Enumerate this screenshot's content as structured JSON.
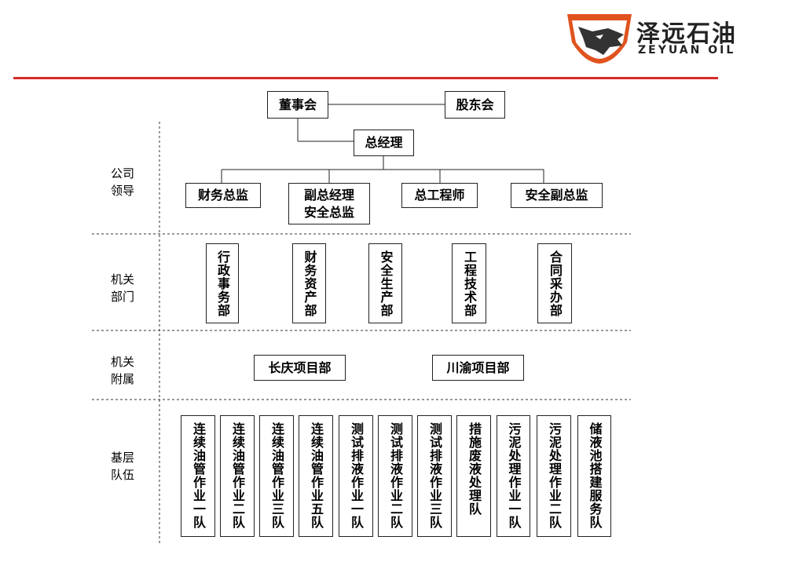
{
  "logo": {
    "name_cn": "泽远石油",
    "name_en": "ZEYUAN OIL",
    "icon": "wolf-shield-icon",
    "colors": {
      "orange": "#e0531f",
      "dark": "#333333"
    }
  },
  "header": {
    "rule_color": "#d92b2b"
  },
  "sections": {
    "leadership": "公司\n领导",
    "departments": "机关\n部门",
    "affiliated": "机关\n附属",
    "teams": "基层\n队伍"
  },
  "top": {
    "board": "董事会",
    "shareholders": "股东会",
    "gm": "总经理"
  },
  "leaders": [
    {
      "label": "财务总监"
    },
    {
      "label": "副总经理\n安全总监"
    },
    {
      "label": "总工程师"
    },
    {
      "label": "安全副总监"
    }
  ],
  "departments": [
    {
      "label": "行政事务部"
    },
    {
      "label": "财务资产部"
    },
    {
      "label": "安全生产部"
    },
    {
      "label": "工程技术部"
    },
    {
      "label": "合同采办部"
    }
  ],
  "affiliated": [
    {
      "label": "长庆项目部"
    },
    {
      "label": "川渝项目部"
    }
  ],
  "teams": [
    {
      "label": "连续油管作业一队"
    },
    {
      "label": "连续油管作业二队"
    },
    {
      "label": "连续油管作业三队"
    },
    {
      "label": "连续油管作业五队"
    },
    {
      "label": "测试排液作业一队"
    },
    {
      "label": "测试排液作业二队"
    },
    {
      "label": "测试排液作业三队"
    },
    {
      "label": "措施废液处理队"
    },
    {
      "label": "污泥处理作业一队"
    },
    {
      "label": "污泥处理作业二队"
    },
    {
      "label": "储液池搭建服务队"
    }
  ]
}
